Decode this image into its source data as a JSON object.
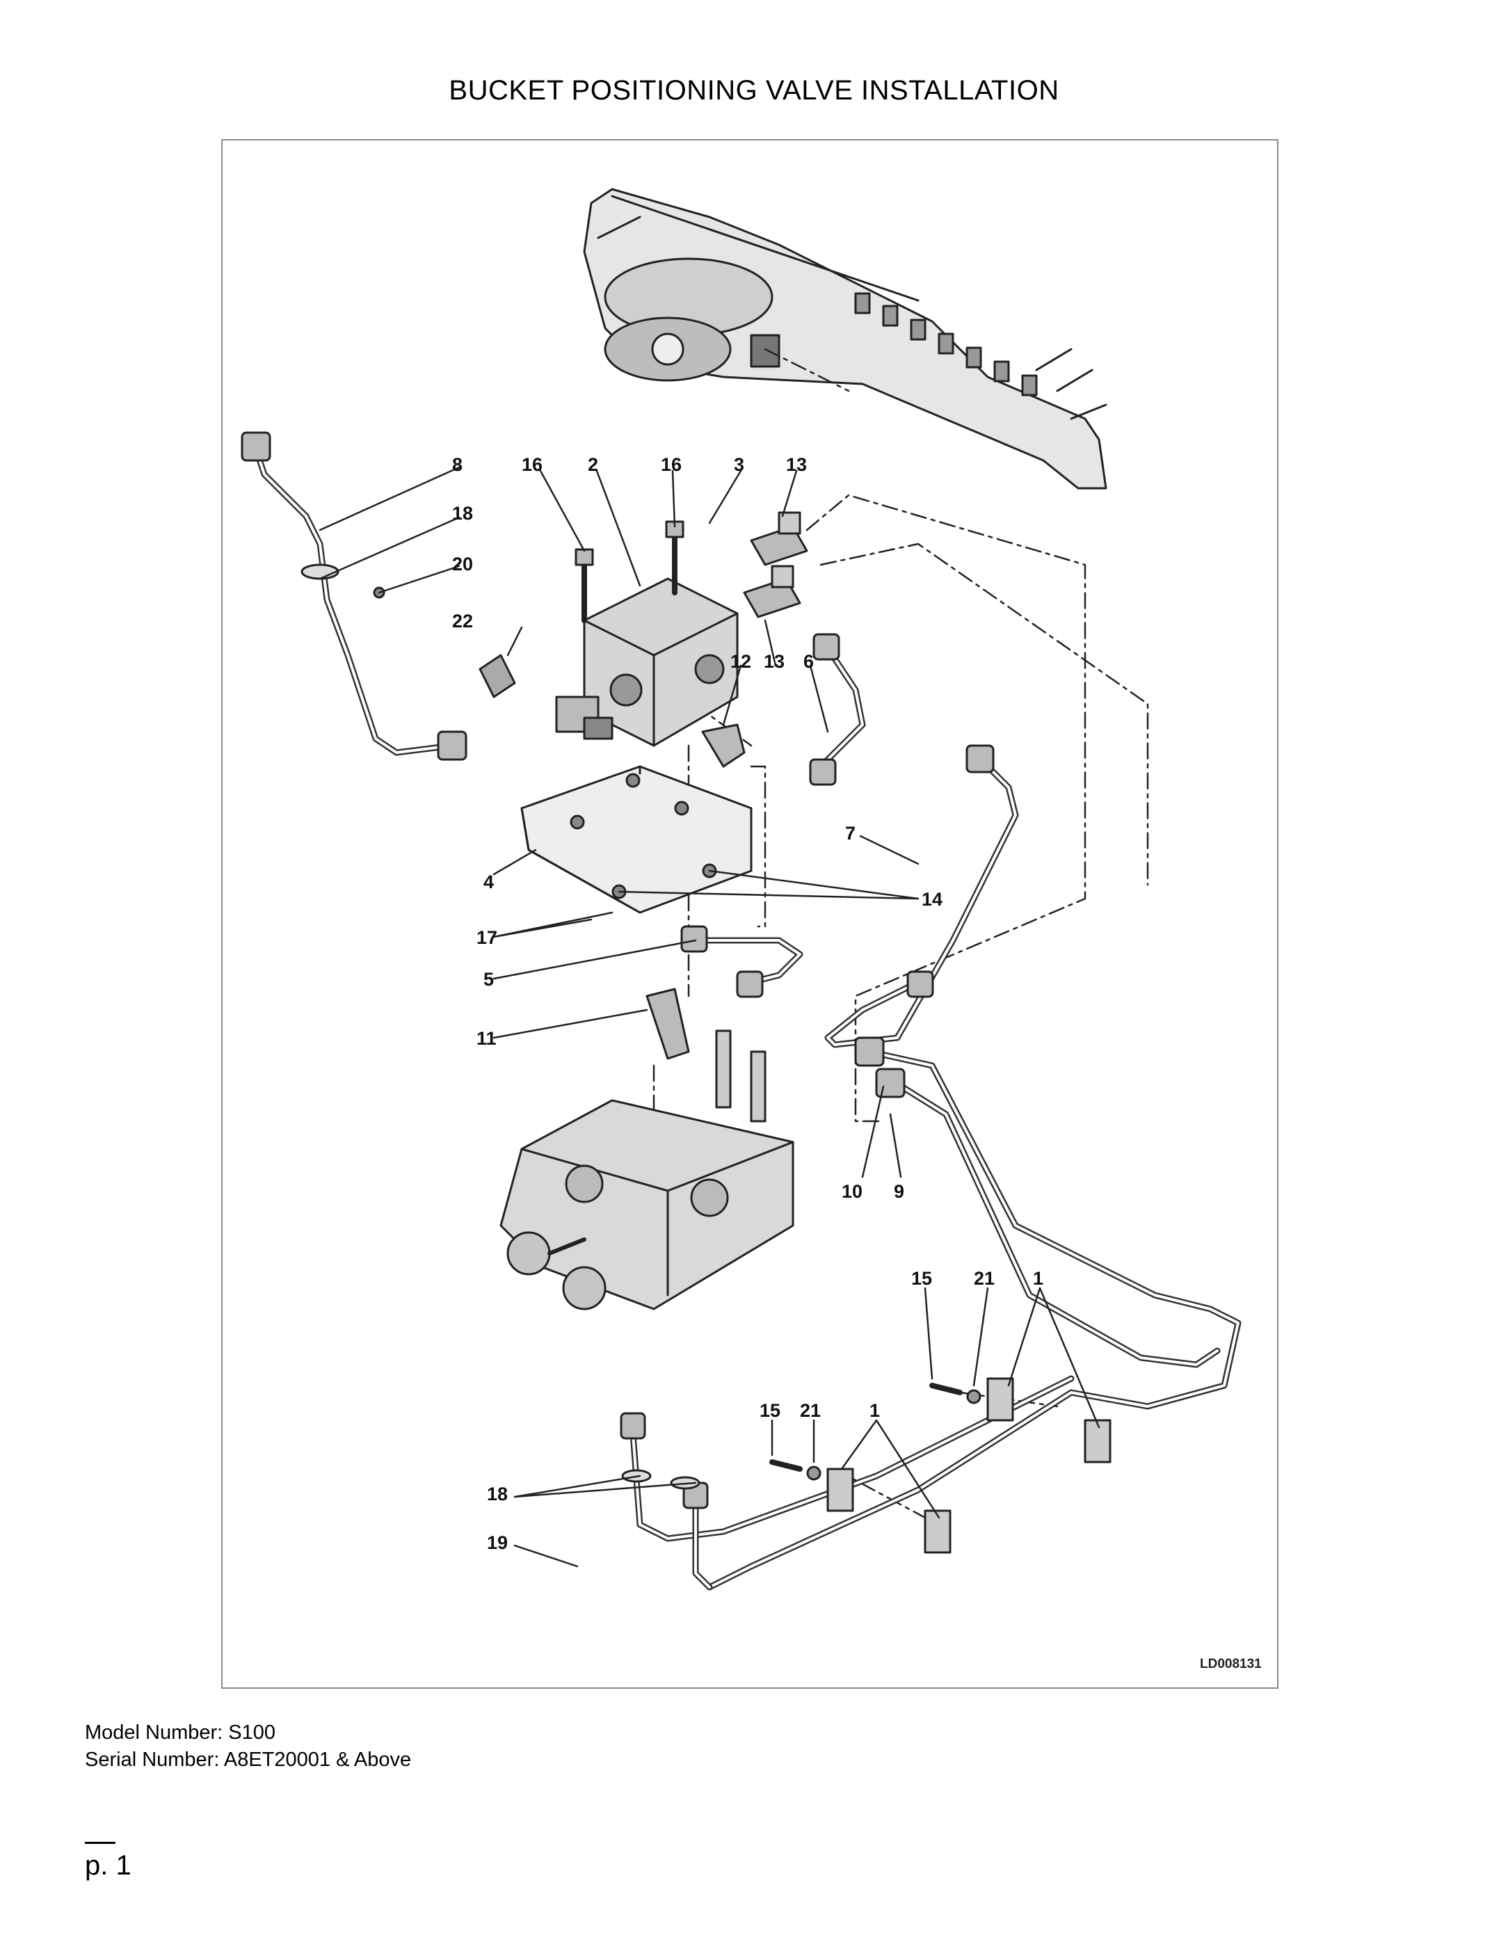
{
  "title": "BUCKET POSITIONING VALVE INSTALLATION",
  "figure": {
    "ref_code": "LD008131",
    "callouts": [
      "8",
      "16",
      "2",
      "16",
      "3",
      "13",
      "18",
      "20",
      "22",
      "12",
      "13",
      "6",
      "7",
      "4",
      "14",
      "17",
      "5",
      "11",
      "10",
      "9",
      "15",
      "21",
      "1",
      "15",
      "21",
      "1",
      "18",
      "19"
    ]
  },
  "model_line": "Model Number: S100",
  "serial_line": "Serial Number: A8ET20001 & Above",
  "page_label": "p. 1"
}
